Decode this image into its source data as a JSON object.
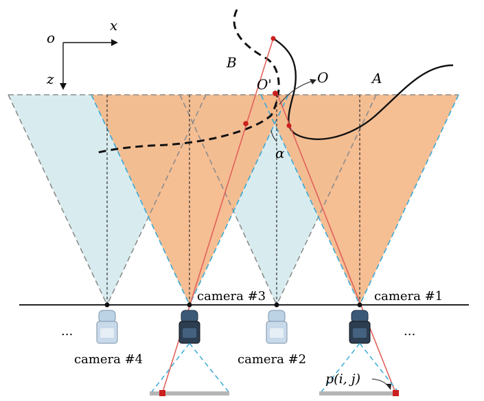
{
  "axes": {
    "origin": "o",
    "x": "x",
    "z": "z"
  },
  "curves": {
    "dashed_label": "B",
    "solid_label": "A"
  },
  "points": {
    "O_prime": "O'",
    "O": "O",
    "angle": "α"
  },
  "cameras": {
    "cam1": "camera #1",
    "cam2": "camera #2",
    "cam3": "camera #3",
    "cam4": "camera #4",
    "ellipsis_left": "...",
    "ellipsis_right": "..."
  },
  "sensor": {
    "pixel_label": "p(i, j)"
  },
  "colors": {
    "orange_fov": "#f5b98a",
    "blue_fov": "#d8ecef",
    "ray": "#e0605a",
    "dashed_blue": "#3aa9d6",
    "dashed_gray": "#8c8c8c",
    "marker": "#cc1f1f"
  }
}
